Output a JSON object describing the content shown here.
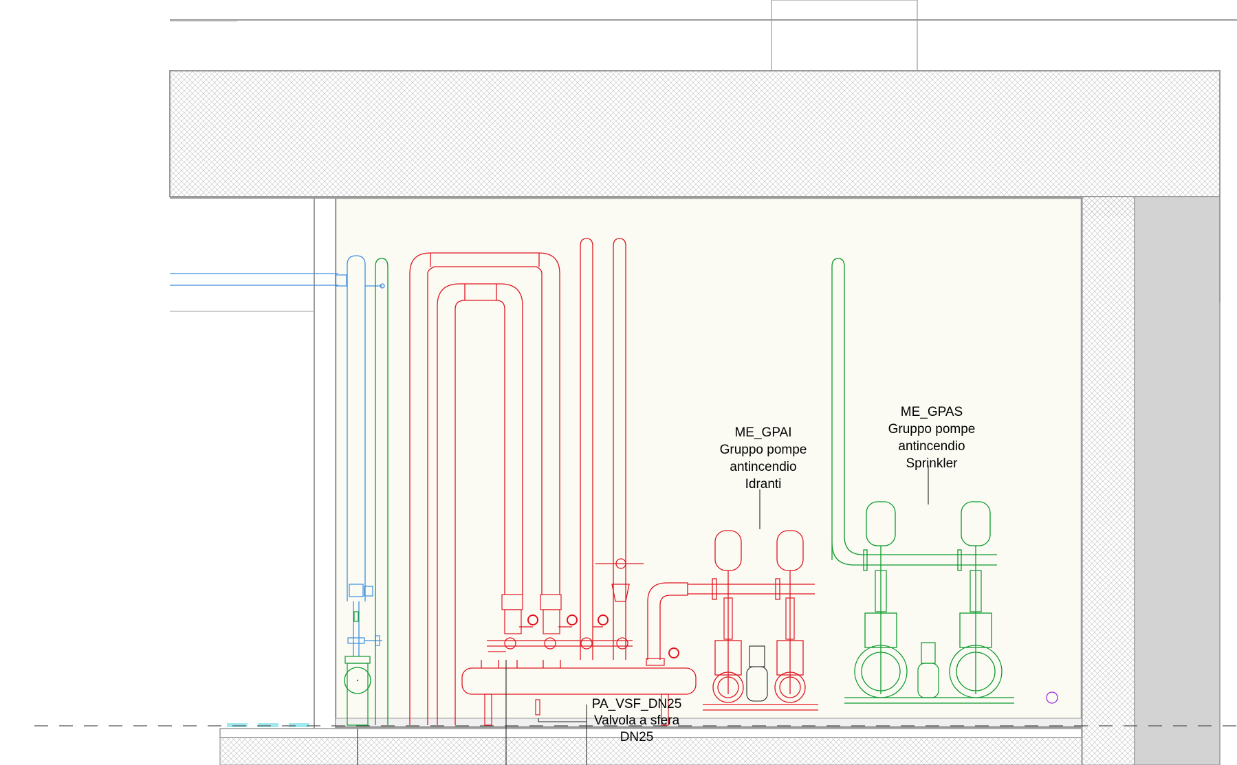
{
  "labels": {
    "gpai": {
      "code": "ME_GPAI",
      "line1": "Gruppo pompe",
      "line2": "antincendio",
      "line3": "Idranti"
    },
    "gpas": {
      "code": "ME_GPAS",
      "line1": "Gruppo pompe",
      "line2": "antincendio",
      "line3": "Sprinkler"
    },
    "valve": {
      "code": "PA_VSF_DN25",
      "line1": "Valvola a sfera",
      "line2": "DN25"
    }
  },
  "colors": {
    "hydrant_pipes": "#e0141e",
    "sprinkler_pipes": "#0a9a2a",
    "water_pipes": "#3a8ee0",
    "room_fill": "#fbfbf4",
    "hatch": "#b5b5b5",
    "column_fill": "#d3d3d3"
  }
}
